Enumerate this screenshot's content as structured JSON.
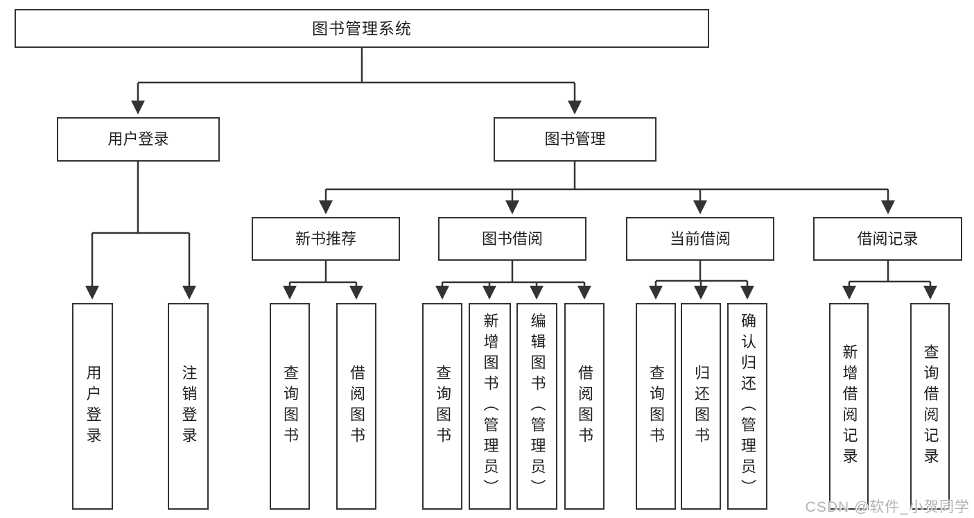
{
  "diagram": {
    "type": "hierarchy-tree",
    "title": "图书管理系统"
  },
  "nodes": {
    "root": {
      "label": "图书管理系统"
    },
    "userLogin": {
      "label": "用户登录"
    },
    "bookManagement": {
      "label": "图书管理"
    },
    "login": {
      "label": "用户登录"
    },
    "logout": {
      "label": "注销登录"
    },
    "newBookRec": {
      "label": "新书推荐"
    },
    "bookBorrow": {
      "label": "图书借阅"
    },
    "currentBorrow": {
      "label": "当前借阅"
    },
    "borrowRecords": {
      "label": "借阅记录"
    },
    "recQueryBook": {
      "label": "查询图书"
    },
    "recBorrowBook": {
      "label": "借阅图书"
    },
    "bbQueryBook": {
      "label": "查询图书"
    },
    "bbAddBook": {
      "label": "新增图书（管理员）"
    },
    "bbEditBook": {
      "label": "编辑图书（管理员）"
    },
    "bbBorrowBook": {
      "label": "借阅图书"
    },
    "cbQueryBook": {
      "label": "查询图书"
    },
    "cbReturnBook": {
      "label": "归还图书"
    },
    "cbConfirmReturn": {
      "label": "确认归还（管理员）"
    },
    "brAddRecord": {
      "label": "新增借阅记录"
    },
    "brQueryRecord": {
      "label": "查询借阅记录"
    }
  },
  "hierarchy": {
    "root": [
      "userLogin",
      "bookManagement"
    ],
    "userLogin": [
      "login",
      "logout"
    ],
    "bookManagement": [
      "newBookRec",
      "bookBorrow",
      "currentBorrow",
      "borrowRecords"
    ],
    "newBookRec": [
      "recQueryBook",
      "recBorrowBook"
    ],
    "bookBorrow": [
      "bbQueryBook",
      "bbAddBook",
      "bbEditBook",
      "bbBorrowBook"
    ],
    "currentBorrow": [
      "cbQueryBook",
      "cbReturnBook",
      "cbConfirmReturn"
    ],
    "borrowRecords": [
      "brAddRecord",
      "brQueryRecord"
    ]
  },
  "watermark": {
    "text": "CSDN @软件_小贺同学"
  },
  "colors": {
    "line": "#333333",
    "box_border": "#333333",
    "text": "#1f1f1f",
    "background": "#ffffff",
    "watermark": "#b3b3b3"
  }
}
